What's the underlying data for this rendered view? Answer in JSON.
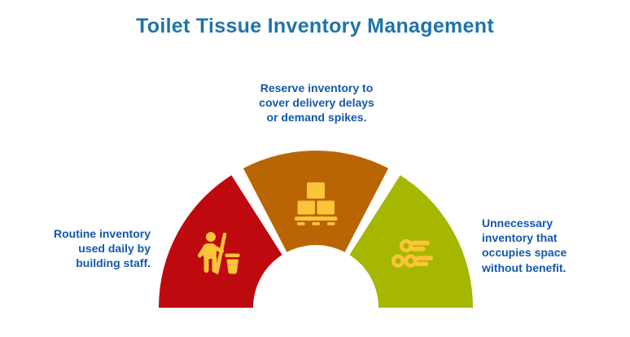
{
  "title": "Toilet Tissue Inventory Management",
  "colors": {
    "background": "#ffffff",
    "title_blue": "#2173A8",
    "text_blue": "#1558AC",
    "routine_red": "#BE090E",
    "reserve_orange": "#B96504",
    "excess_green": "#A6B702",
    "icon_yellow": "#FCC438"
  },
  "gauge": {
    "type": "semicircle-3-segments",
    "segments": [
      {
        "name": "routine",
        "icon": "janitor-icon",
        "color_key": "routine_red",
        "description_lines": [
          "Routine inventory",
          "used daily by",
          "building staff."
        ]
      },
      {
        "name": "reserve",
        "icon": "pallet-boxes-icon",
        "color_key": "reserve_orange",
        "description_lines": [
          "Reserve inventory to",
          "cover delivery delays",
          "or demand spikes."
        ]
      },
      {
        "name": "excess",
        "icon": "paper-rolls-icon",
        "color_key": "excess_green",
        "description_lines": [
          "Unnecessary",
          "inventory that",
          "occupies space",
          "without benefit."
        ]
      }
    ]
  }
}
